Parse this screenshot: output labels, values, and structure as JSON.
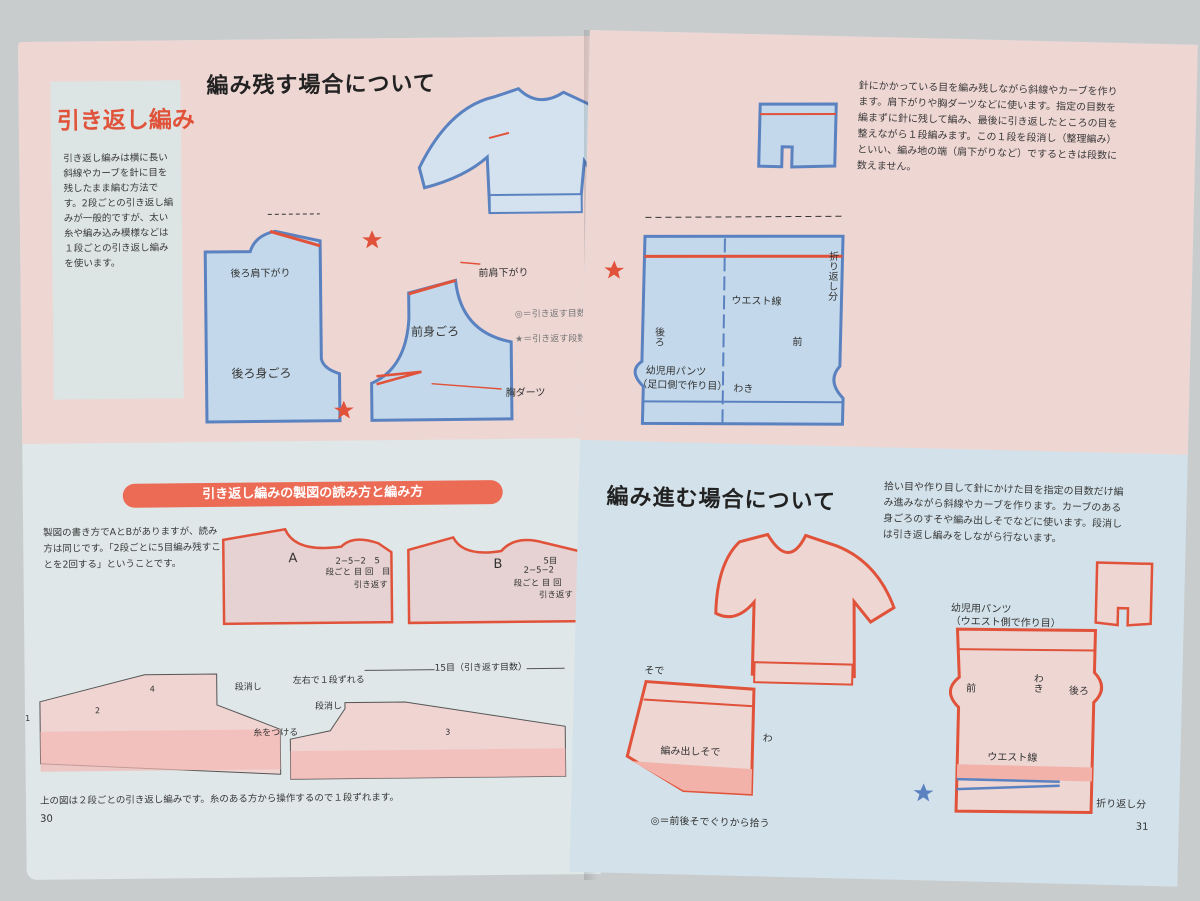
{
  "left_page": {
    "sidebar_title": "引き返し編み",
    "sidebar_text": "引き返し編みは横に長い斜線やカーブを針に目を残したまま編む方法です。2段ごとの引き返し編みが一般的ですが、太い糸や編み込み模様などは１段ごとの引き返し編みを使います。",
    "top_heading": "編み残す場合について",
    "diagram_labels": {
      "back_shoulder": "後ろ肩下がり",
      "front_shoulder": "前肩下がり",
      "front_body": "前身ごろ",
      "back_body": "後ろ身ごろ",
      "bust_dart": "胸ダーツ",
      "legend_circle": "◎＝引き返す目数",
      "legend_star": "★＝引き返す段数"
    },
    "section_banner": "引き返し編みの製図の読み方と編み方",
    "section_text": "製図の書き方でAとBがありますが、読み方は同じです。「2段ごとに5目編み残すことを2回する」ということです。",
    "chart_a": {
      "letter": "A",
      "line1": "2−5−2　5",
      "line2": "段ごと 目 回　目",
      "line3": "引き返す"
    },
    "chart_b": {
      "letter": "B",
      "line1": "5目",
      "line2": "2−5−2",
      "line3": "段ごと 目 回",
      "line4": "引き返す"
    },
    "swatch_labels": {
      "shift": "左右で１段ずれる",
      "count": "15目（引き返す目数）",
      "dankeshi_1": "段消し",
      "dankeshi_2": "段消し",
      "attach_yarn": "糸をつける",
      "row1": "1",
      "row2": "2",
      "row3": "3",
      "row4": "4"
    },
    "caption": "上の図は２段ごとの引き返し編みです。糸のある方から操作するので１段ずれます。",
    "page_number": "30"
  },
  "right_page": {
    "top_text": "針にかかっている目を編み残しながら斜線やカーブを作ります。肩下がりや胸ダーツなどに使います。指定の目数を編まずに針に残して編み、最後に引き返したところの目を整えながら１段編みます。この１段を段消し（整理編み）といい、編み地の端（肩下がりなど）でするときは段数に数えません。",
    "pants_labels": {
      "fold": "折り返し分",
      "waist": "ウエスト線",
      "back": "後ろ",
      "front": "前",
      "title": "幼児用パンツ",
      "subtitle": "（足口側で作り目）",
      "side": "わき"
    },
    "bottom_heading": "編み進む場合について",
    "bottom_text": "拾い目や作り目して針にかけた目を指定の目数だけ編み進みながら斜線やカーブを作ります。カーブのある身ごろのすそや編み出しそでなどに使います。段消しは引き返し編みをしながら行ないます。",
    "sleeve_labels": {
      "title": "そで",
      "fold": "わ",
      "sleeve": "編み出しそで",
      "note": "◎＝前後そでぐりから拾う"
    },
    "pants2_labels": {
      "title": "幼児用パンツ",
      "subtitle": "（ウエスト側で作り目）",
      "front": "前",
      "side": "わき",
      "back": "後ろ",
      "waist": "ウエスト線",
      "fold": "折り返し分"
    },
    "page_number": "31"
  },
  "colors": {
    "red": "#e0533a",
    "blue": "#5b82c0",
    "pink_bg": "#eed6d3",
    "blue_bg": "#d3e2ea",
    "fill_blue": "#c3d8ea",
    "fill_pink": "#f2c6c2"
  }
}
